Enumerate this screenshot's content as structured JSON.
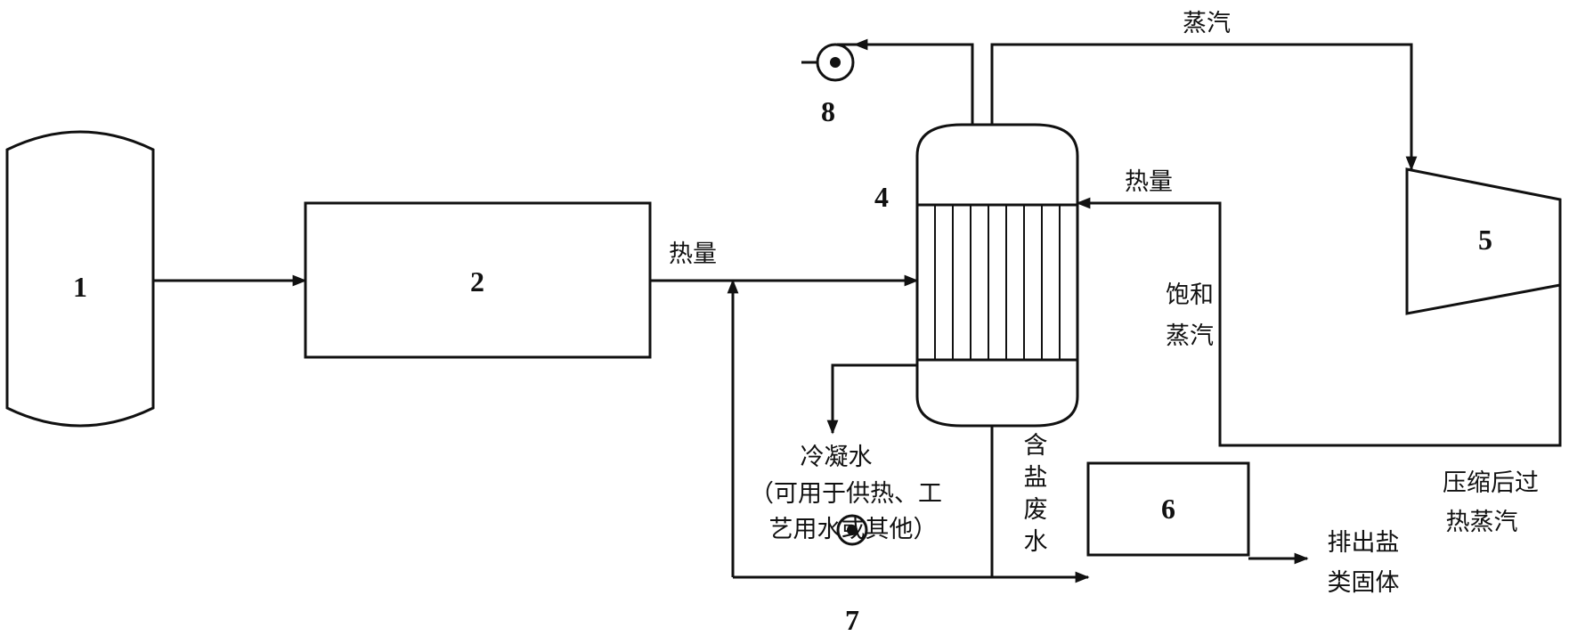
{
  "units": {
    "u1": "1",
    "u2": "2",
    "u4": "4",
    "u5": "5",
    "u6": "6",
    "u7": "7",
    "u8": "8"
  },
  "labels": {
    "steam_top": "蒸汽",
    "heat_left": "热量",
    "heat_right": "热量",
    "saturated_steam": [
      "饱和",
      "蒸汽"
    ],
    "superheated_steam": [
      "压缩后过",
      "热蒸汽"
    ],
    "condensate": [
      "冷凝水",
      "（可用于供热、工",
      "艺用水或其他）"
    ],
    "brine": [
      "含",
      "盐",
      "废",
      "水"
    ],
    "salt_discharge": [
      "排出盐",
      "类固体"
    ]
  }
}
